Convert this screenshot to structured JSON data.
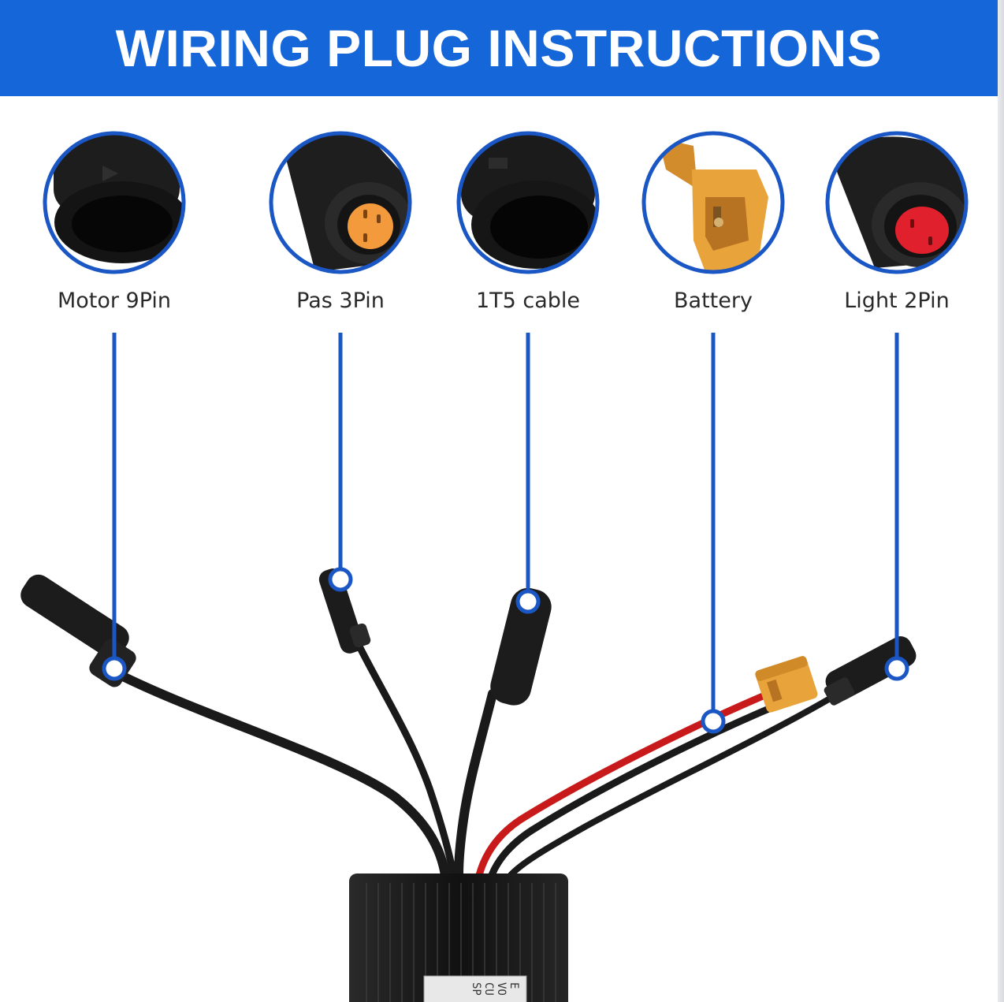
{
  "header": {
    "title": "WIRING PLUG INSTRUCTIONS"
  },
  "colors": {
    "header_bg": "#1566d9",
    "callout_line": "#1a56c4",
    "circle_border": "#1a56c4",
    "cable": "#1a1a1a",
    "battery_wire_red": "#c81a1a",
    "xt_connector": "#e8a33a",
    "pas_pins": "#f39a3c",
    "light_pins": "#e0202c"
  },
  "connectors": [
    {
      "id": "motor",
      "label": "Motor 9Pin",
      "icon": "motor-connector-icon"
    },
    {
      "id": "pas",
      "label": "Pas 3Pin",
      "icon": "pas-connector-icon"
    },
    {
      "id": "1t5",
      "label": "1T5 cable",
      "icon": "1t5-connector-icon"
    },
    {
      "id": "battery",
      "label": "Battery",
      "icon": "battery-xt60-icon"
    },
    {
      "id": "light",
      "label": "Light 2Pin",
      "icon": "light-connector-icon"
    }
  ],
  "controller": {
    "sticker_text": "E\nVO\nCU\nSP"
  }
}
